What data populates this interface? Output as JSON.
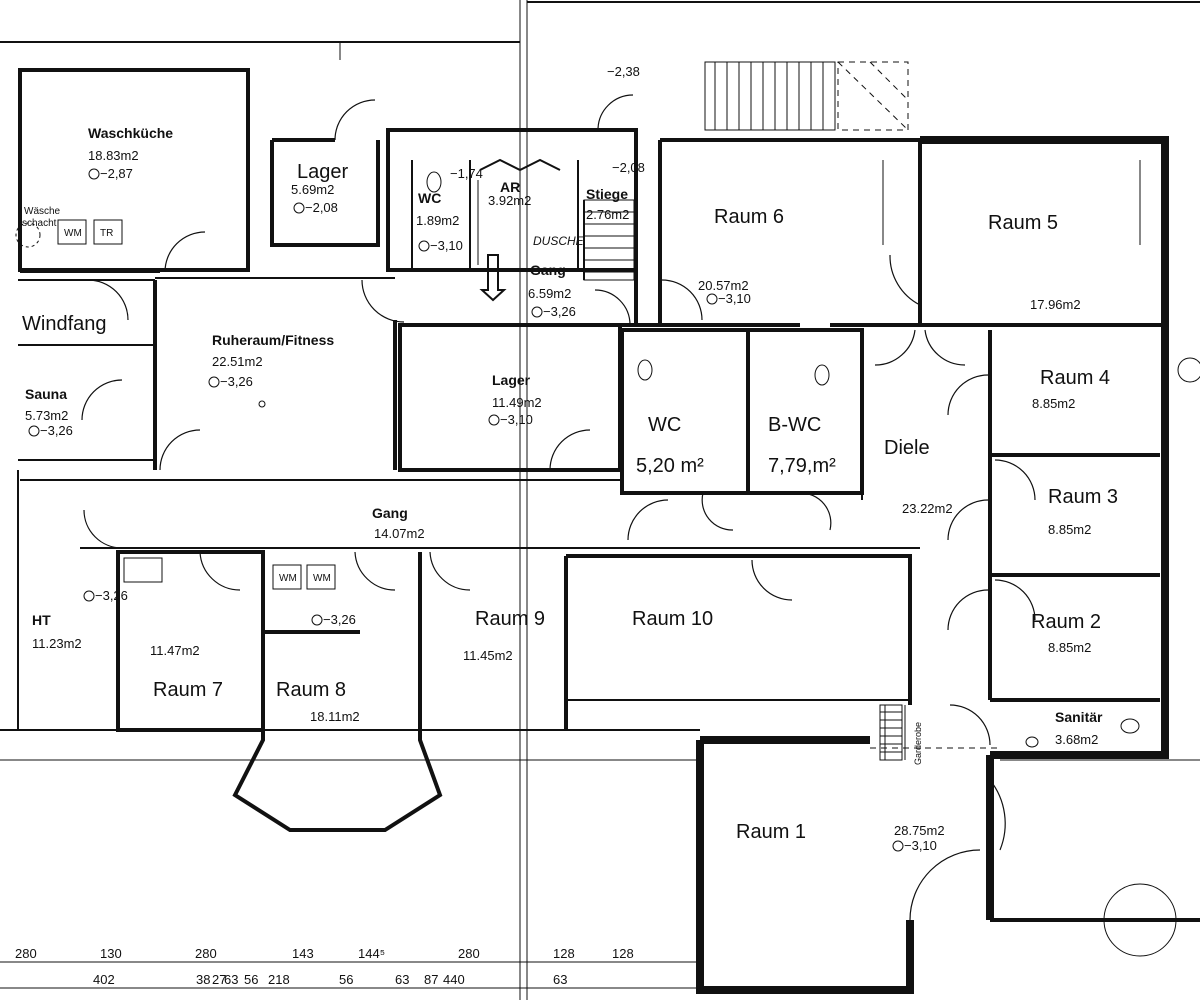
{
  "rooms": [
    {
      "id": "waschkueche",
      "name": "Waschküche",
      "area": "18.83m2",
      "level": "−2,87",
      "bold": true
    },
    {
      "id": "lager-top",
      "name": "Lager",
      "area": "5.69m2",
      "level": "−2,08",
      "bold": false
    },
    {
      "id": "wc-top",
      "name": "WC",
      "area": "1.89m2",
      "level": "−3,10",
      "bold": true
    },
    {
      "id": "ar",
      "name": "AR",
      "area": "3.92m2",
      "level": "",
      "bold": true
    },
    {
      "id": "stiege",
      "name": "Stiege",
      "area": "2.76m2",
      "level": "−2,08",
      "bold": true
    },
    {
      "id": "gang-top",
      "name": "Gang",
      "area": "6.59m2",
      "level": "−3,26",
      "bold": true
    },
    {
      "id": "raum6",
      "name": "Raum 6",
      "area": "20.57m2",
      "level": "−3,10",
      "bold": false
    },
    {
      "id": "raum5",
      "name": "Raum 5",
      "area": "17.96m2",
      "level": "",
      "bold": false
    },
    {
      "id": "windfang",
      "name": "Windfang",
      "area": "",
      "level": "",
      "bold": false
    },
    {
      "id": "ruheraum",
      "name": "Ruheraum/Fitness",
      "area": "22.51m2",
      "level": "−3,26",
      "bold": true
    },
    {
      "id": "sauna",
      "name": "Sauna",
      "area": "5.73m2",
      "level": "−3,26",
      "bold": true
    },
    {
      "id": "lager-mid",
      "name": "Lager",
      "area": "11.49m2",
      "level": "−3,10",
      "bold": true
    },
    {
      "id": "wc",
      "name": "WC",
      "area": "5,20 m²",
      "level": "",
      "bold": false
    },
    {
      "id": "bwc",
      "name": "B-WC",
      "area": "7,79,m²",
      "level": "",
      "bold": false
    },
    {
      "id": "diele",
      "name": "Diele",
      "area": "23.22m2",
      "level": "",
      "bold": false
    },
    {
      "id": "raum4",
      "name": "Raum 4",
      "area": "8.85m2",
      "level": "",
      "bold": false
    },
    {
      "id": "raum3",
      "name": "Raum 3",
      "area": "8.85m2",
      "level": "",
      "bold": false
    },
    {
      "id": "gang",
      "name": "Gang",
      "area": "14.07m2",
      "level": "",
      "bold": true
    },
    {
      "id": "ht",
      "name": "HT",
      "area": "11.23m2",
      "level": "−3,26",
      "bold": true
    },
    {
      "id": "raum7",
      "name": "Raum 7",
      "area": "11.47m2",
      "level": "",
      "bold": false
    },
    {
      "id": "raum8",
      "name": "Raum 8",
      "area": "18.11m2",
      "level": "−3,26",
      "bold": false
    },
    {
      "id": "raum9",
      "name": "Raum 9",
      "area": "11.45m2",
      "level": "",
      "bold": false
    },
    {
      "id": "raum10",
      "name": "Raum 10",
      "area": "",
      "level": "",
      "bold": false
    },
    {
      "id": "raum2",
      "name": "Raum 2",
      "area": "8.85m2",
      "level": "",
      "bold": false
    },
    {
      "id": "sanitaer",
      "name": "Sanitär",
      "area": "3.68m2",
      "level": "",
      "bold": true
    },
    {
      "id": "raum1",
      "name": "Raum 1",
      "area": "28.75m2",
      "level": "−3,10",
      "bold": false
    }
  ],
  "extra_labels": {
    "top_level": "−2,38",
    "waesche": "Wäsche",
    "schacht": "schacht",
    "wm": "WM",
    "tr": "TR",
    "dusche": "DUSCHE",
    "wc_level": "−1,74",
    "stiege_level": "−2,08",
    "garderobe": "Garderobe"
  },
  "dimensions": {
    "row1": [
      "280",
      "130",
      "280",
      "143",
      "144⁵",
      "280",
      "128",
      "128"
    ],
    "row2": [
      "402",
      "38",
      "27",
      "63",
      "56",
      "218",
      "56",
      "63",
      "87",
      "440",
      "63"
    ]
  }
}
